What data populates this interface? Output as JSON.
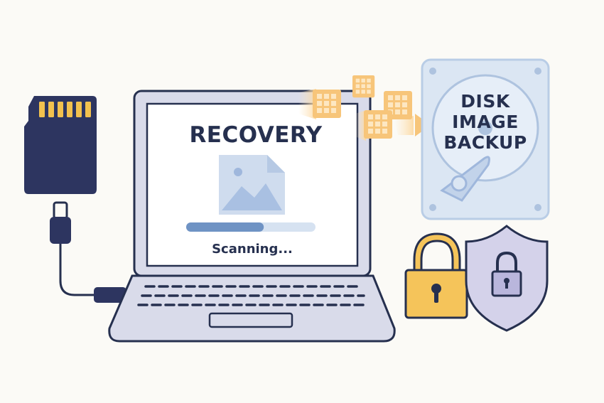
{
  "screen": {
    "title": "RECOVERY",
    "status_text": "Scanning...",
    "scan_progress": 0.6
  },
  "backup_drive": {
    "label_lines": [
      "DISK",
      "IMAGE",
      "BACKUP"
    ]
  },
  "icons": [
    "sd-card-icon",
    "usb-cable-icon",
    "laptop-icon",
    "image-file-icon",
    "progress-bar",
    "data-block-icon",
    "arrow-right-icon",
    "hard-drive-icon",
    "padlock-icon",
    "shield-lock-icon"
  ],
  "colors": {
    "outline": "#26304f",
    "sd_card": "#2d3560",
    "sd_contacts": "#f2c14e",
    "laptop_body": "#d9dbea",
    "screen_bg": "#ffffff",
    "progress_fill": "#6f93c4",
    "progress_track": "#d6e2f1",
    "data_blocks": "#f7c57a",
    "drive_fill": "#dbe6f3",
    "padlock": "#f5c45a",
    "shield": "#d4d2ea"
  }
}
